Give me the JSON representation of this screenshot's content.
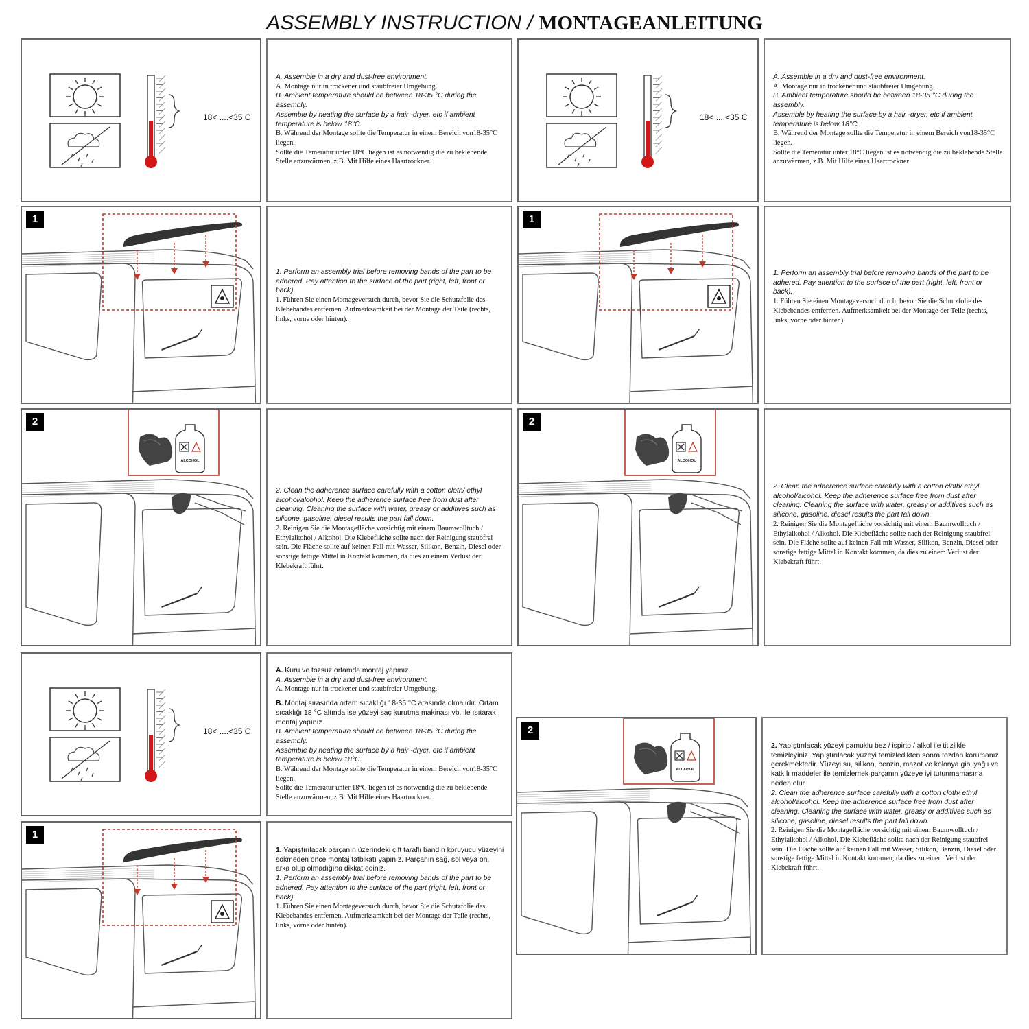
{
  "title": {
    "en": "ASSEMBLY INSTRUCTION / ",
    "de": "MONTAGEANLEITUNG"
  },
  "env_label": "18< ....<35 C",
  "step_number_1": "1",
  "step_number_2": "2",
  "alcohol_label": "ALCOHOL",
  "env_text": {
    "a_en": "A. Assemble in a dry and dust-free environment.",
    "a_de": "A. Montage nur in trockener und staubfreier Umgebung.",
    "b_en": "B. Ambient temperature should be between 18-35 °C during the assembly.",
    "b_en2": "Assemble by heating the surface by a hair -dryer, etc if ambient temperature is below 18°C.",
    "b_de": "B. Während der Montage sollte die Temperatur in einem Bereich von18-35°C liegen.",
    "b_de2": "Sollte die Temeratur unter 18°C liegen ist es notwendig die zu beklebende Stelle anzuwärmen, z.B. Mit Hilfe eines Haartrockner."
  },
  "step1_text": {
    "en": "1. Perform an assembly trial before removing bands of the part to be adhered. Pay attention to the surface of the part (right, left, front or back).",
    "de": "1. Führen Sie einen Montageversuch durch, bevor Sie die Schutzfolie des Klebebandes entfernen. Aufmerksamkeit bei der Montage der Teile (rechts, links, vorne oder hinten)."
  },
  "step2_text": {
    "en": "2. Clean the adherence surface carefully with a cotton cloth/ ethyl alcohol/alcohol. Keep the adherence surface free from dust after cleaning. Cleaning the surface with water, greasy or additives such as silicone, gasoline, diesel results the part fall down.",
    "de": "2. Reinigen Sie die Montagefläche vorsichtig mit einem Baumwolltuch / Ethylalkohol / Alkohol. Die Klebefläche sollte nach der Reinigung staubfrei sein. Die Fläche sollte auf keinen Fall mit Wasser, Silikon, Benzin, Diesel oder sonstige fettige Mittel in Kontakt kommen, da dies zu einem Verlust der Klebekraft führt."
  },
  "tr": {
    "a_label": "A.",
    "a": "Kuru ve tozsuz ortamda montaj yapınız.",
    "b_label": "B.",
    "b": "Montaj sırasında ortam sıcaklığı 18-35 °C arasında olmalıdır. Ortam sıcaklığı 18 °C altında ise yüzeyi saç kurutma makinası vb. ile ısıtarak montaj yapınız.",
    "s1_label": "1.",
    "s1": "Yapıştırılacak parçanın üzerindeki çift taraflı bandın koruyucu yüzeyini sökmeden önce montaj tatbikatı yapınız. Parçanın sağ, sol veya ön, arka olup olmadığına dikkat ediniz.",
    "s2_label": "2.",
    "s2": "Yapıştırılacak yüzeyi pamuklu bez / ispirto / alkol ile titizlikle temizleyiniz. Yapıştırılacak yüzeyi temizledikten sonra tozdan korumanız gerekmektedir. Yüzeyi su, silikon, benzin, mazot ve kolonya gibi yağlı ve katkılı maddeler ile temizlemek parçanın yüzeye iyi tutunmamasına neden olur."
  },
  "colors": {
    "thermometer": "#d01818",
    "frame": "#c0392b",
    "spoiler": "#333333"
  }
}
